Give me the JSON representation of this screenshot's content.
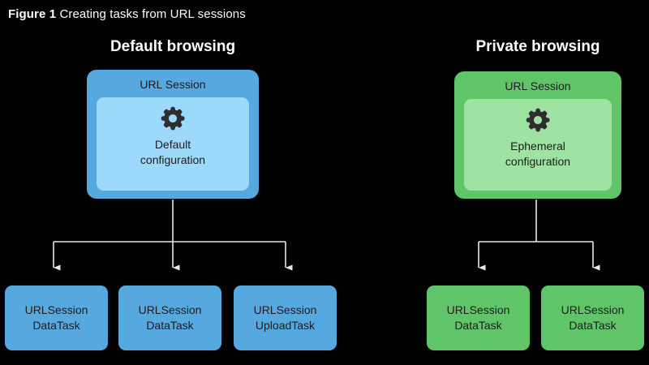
{
  "figure": {
    "caption_label": "Figure 1",
    "caption_text": "Creating tasks from URL sessions",
    "background_color": "#000000"
  },
  "colors": {
    "blue_outer": "#55A9DF",
    "blue_inner": "#9CD9FB",
    "green_outer": "#5FC568",
    "green_inner": "#9EE3A2",
    "connector_line": "#E8E8E8",
    "box_text": "#1D1D1F",
    "heading_text": "#FFFFFF"
  },
  "columns": [
    {
      "id": "default",
      "heading": "Default browsing",
      "session": {
        "title": "URL Session",
        "configuration_label": "Default\nconfiguration",
        "icon": "gear-icon"
      },
      "tasks": [
        {
          "label": "URLSession\nDataTask"
        },
        {
          "label": "URLSession\nDataTask"
        },
        {
          "label": "URLSession\nUploadTask"
        }
      ]
    },
    {
      "id": "private",
      "heading": "Private browsing",
      "session": {
        "title": "URL Session",
        "configuration_label": "Ephemeral\nconfiguration",
        "icon": "gear-icon"
      },
      "tasks": [
        {
          "label": "URLSession\nDataTask"
        },
        {
          "label": "URLSession\nDataTask"
        }
      ]
    }
  ]
}
